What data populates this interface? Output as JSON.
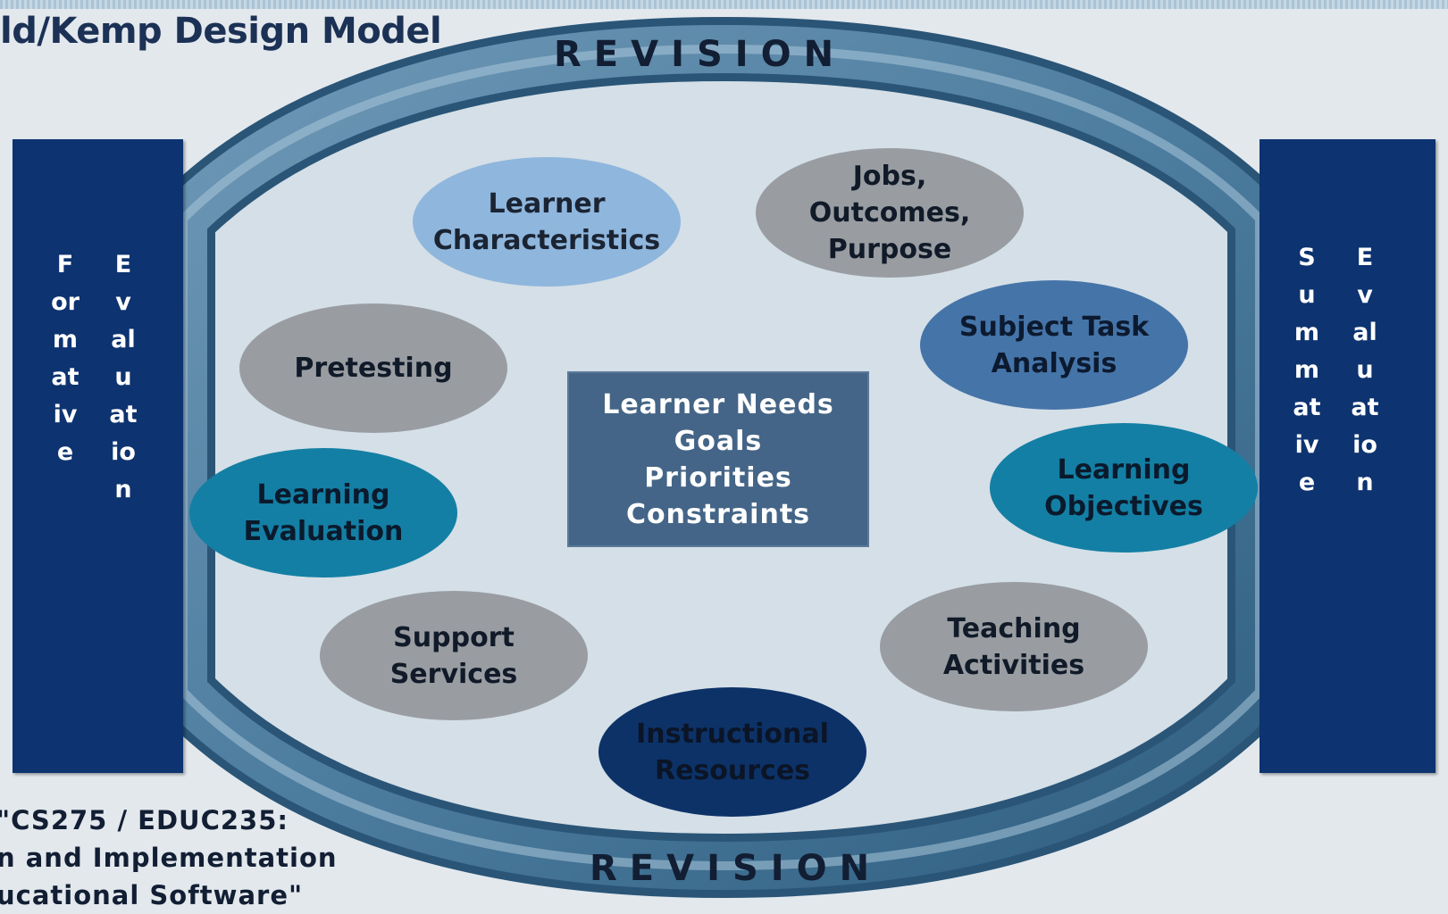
{
  "title": "ld/Kemp Design Model",
  "revision_top": "REVISION",
  "revision_bottom": "REVISION",
  "formative": {
    "word1": "Formative",
    "word2": "Evaluation"
  },
  "summative": {
    "word1": "Summative",
    "word2": "Evaluation"
  },
  "center": "Learner Needs\nGoals\nPriorities\nConstraints",
  "ovals": {
    "learner_characteristics": "Learner\nCharacteristics",
    "jobs_outcomes_purpose": "Jobs,\nOutcomes,\nPurpose",
    "subject_task_analysis": "Subject Task\nAnalysis",
    "learning_objectives": "Learning\nObjectives",
    "teaching_activities": "Teaching\nActivities",
    "instructional_resources": "Instructional\nResources",
    "support_services": "Support\nServices",
    "learning_evaluation": "Learning\nEvaluation",
    "pretesting": "Pretesting"
  },
  "caption": "\"CS275 / EDUC235:\nn and Implementation\nucational Software\"",
  "colors": {
    "light_blue": "#8fb6dd",
    "gray": "#999da2",
    "steel_blue": "#4574a8",
    "teal": "#147fa4",
    "navy": "#0d3268",
    "sidebar": "#0d3370",
    "center": "#446587"
  }
}
